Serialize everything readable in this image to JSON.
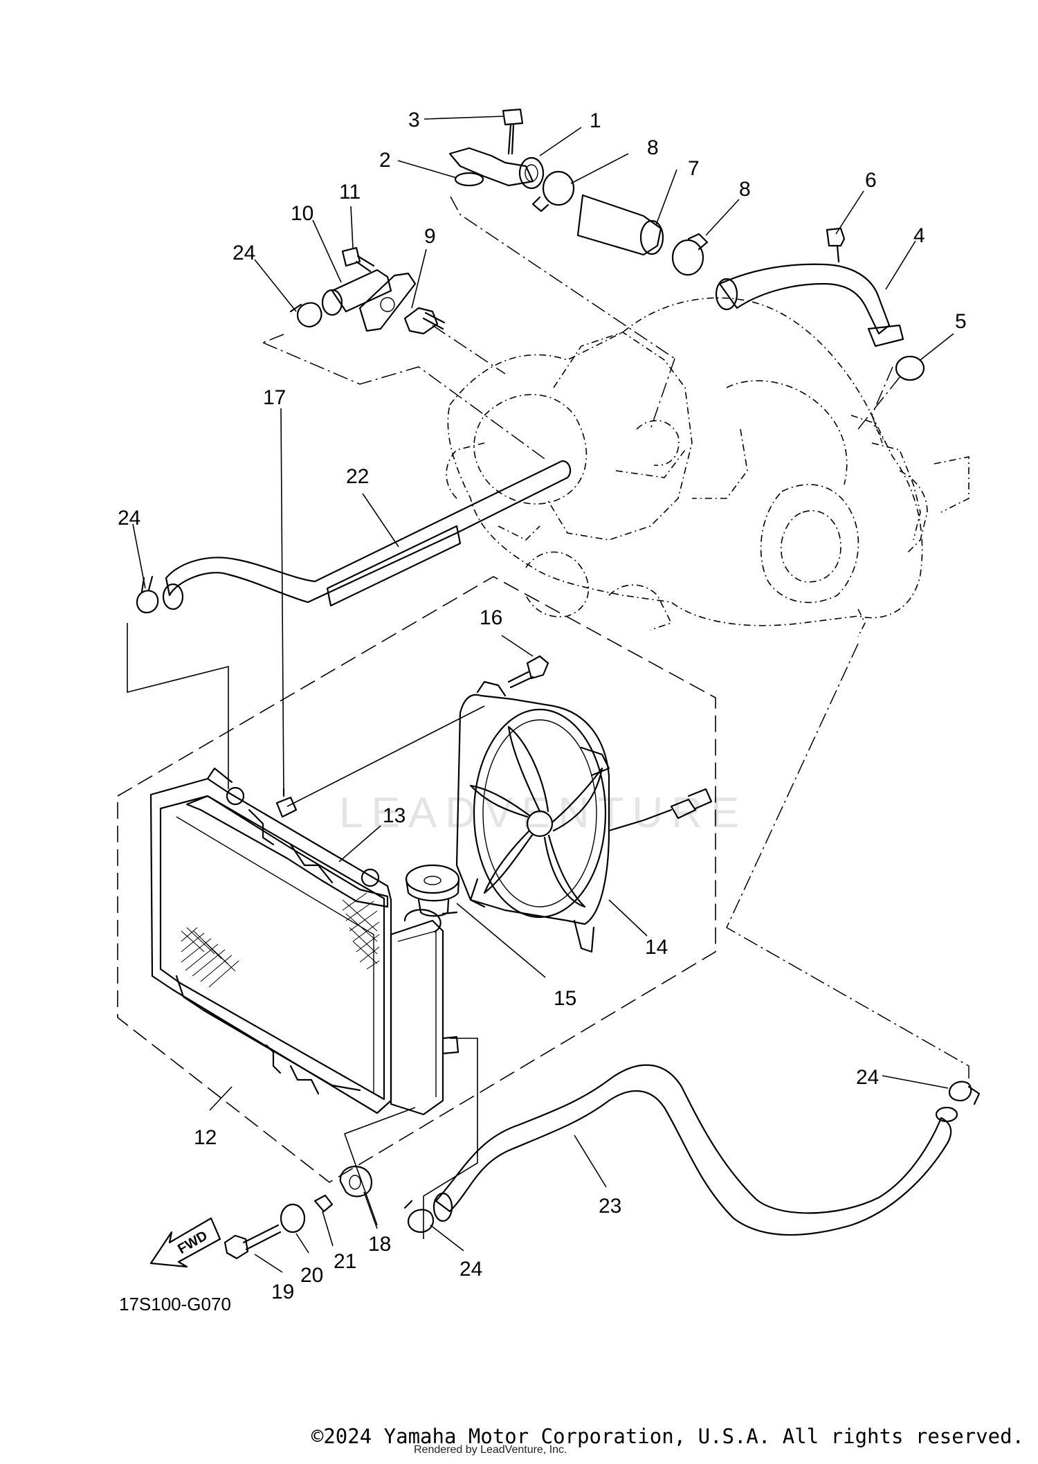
{
  "callouts": {
    "p1": "1",
    "p2": "2",
    "p3": "3",
    "p4": "4",
    "p5": "5",
    "p6": "6",
    "p7": "7",
    "p8a": "8",
    "p8b": "8",
    "p9": "9",
    "p10": "10",
    "p11": "11",
    "p12": "12",
    "p13": "13",
    "p14": "14",
    "p15": "15",
    "p16": "16",
    "p17": "17",
    "p18": "18",
    "p19": "19",
    "p20": "20",
    "p21": "21",
    "p22": "22",
    "p23": "23",
    "p24a": "24",
    "p24b": "24",
    "p24c": "24",
    "p24d": "24"
  },
  "fwd_label": "FWD",
  "diagram_code": "17S100-G070",
  "watermark": "LEADVENTURE",
  "footer": {
    "copyright": "©2024 Yamaha Motor Corporation, U.S.A. All rights reserved.",
    "rendered_by": "Rendered by LeadVenture, Inc."
  }
}
